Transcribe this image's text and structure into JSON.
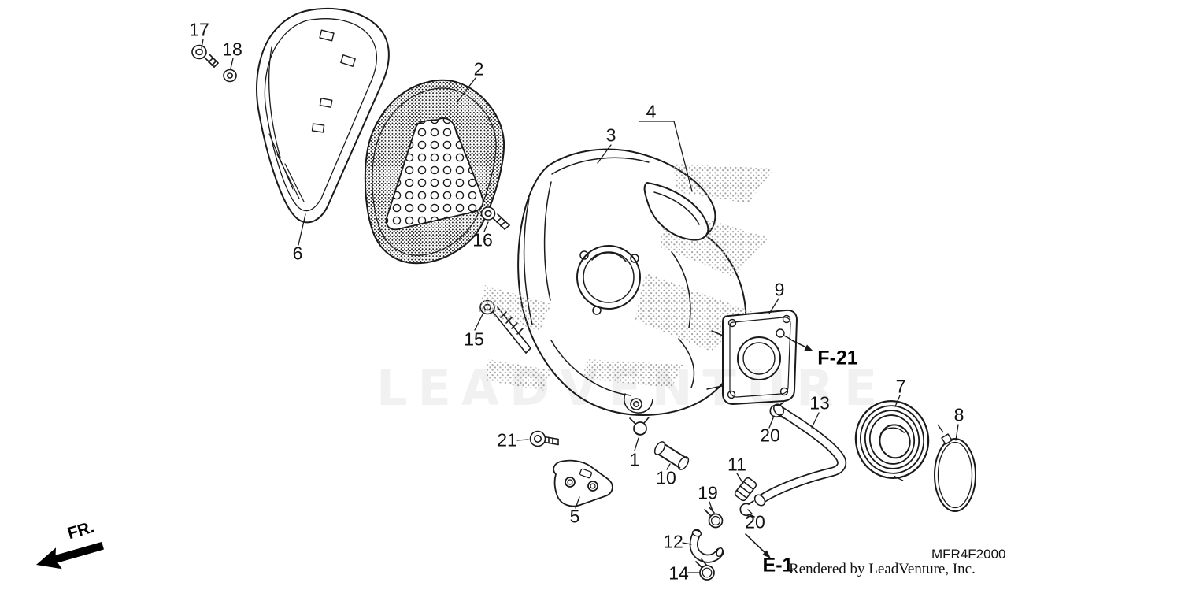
{
  "diagram": {
    "code": "MFR4F2000",
    "watermark": "LEADVENTURE",
    "footer_credit": "Rendered by LeadVenture, Inc.",
    "direction_label": "FR.",
    "references": [
      {
        "label": "F-21"
      },
      {
        "label": "E-1"
      }
    ],
    "callouts": [
      {
        "num": "17"
      },
      {
        "num": "18"
      },
      {
        "num": "2"
      },
      {
        "num": "3"
      },
      {
        "num": "4"
      },
      {
        "num": "6"
      },
      {
        "num": "16"
      },
      {
        "num": "15"
      },
      {
        "num": "9"
      },
      {
        "num": "7"
      },
      {
        "num": "8"
      },
      {
        "num": "13"
      },
      {
        "num": "20"
      },
      {
        "num": "1"
      },
      {
        "num": "10"
      },
      {
        "num": "21"
      },
      {
        "num": "5"
      },
      {
        "num": "11"
      },
      {
        "num": "19"
      },
      {
        "num": "20"
      },
      {
        "num": "12"
      },
      {
        "num": "14"
      }
    ],
    "colors": {
      "line": "#1a1a1a",
      "shade_dot": "#a9a9a9",
      "background": "#ffffff",
      "watermark": "#ededed"
    }
  }
}
